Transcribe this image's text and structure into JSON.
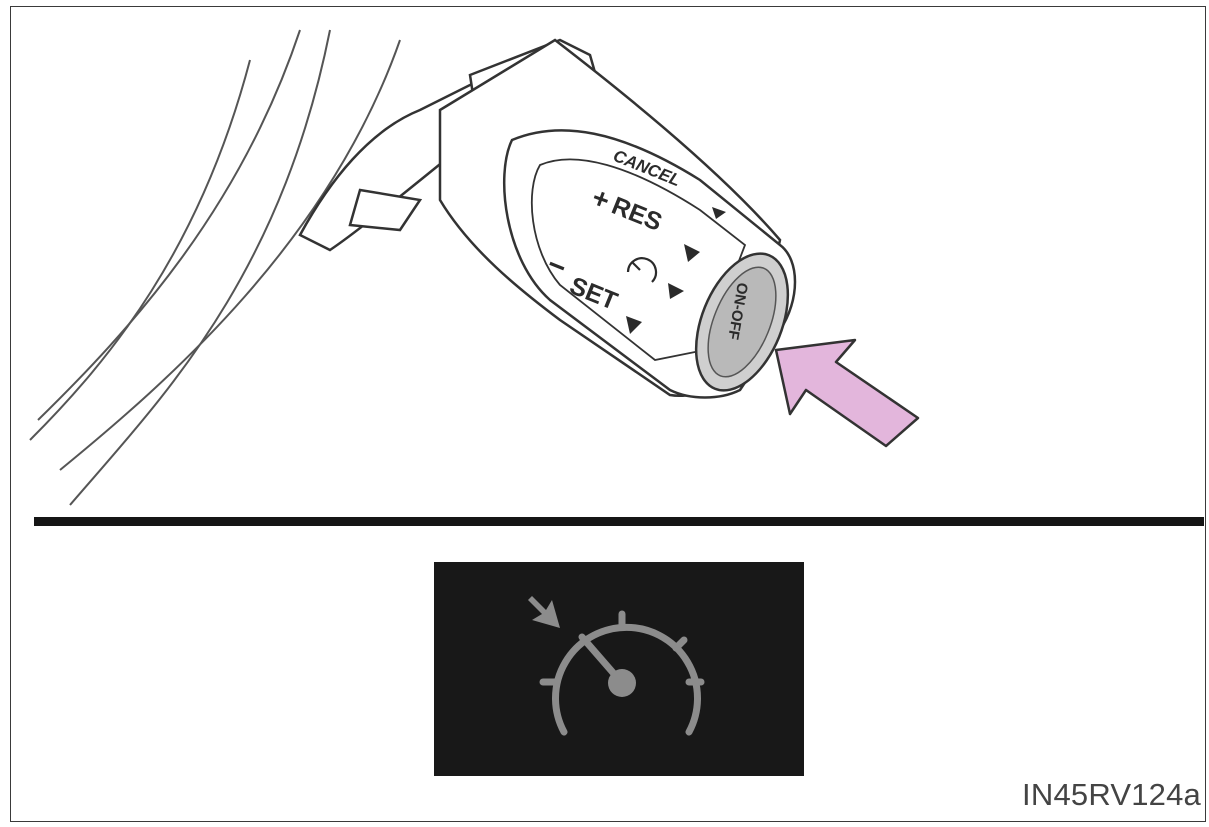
{
  "lever": {
    "cancel_label": "CANCEL",
    "res_label": "RES",
    "set_label": "SET",
    "plus_sign": "+",
    "minus_sign": "−",
    "onoff_label": "ON-OFF"
  },
  "indicator": {
    "icon": "cruise-control-speedometer-icon",
    "color": "#8c8c8c",
    "background": "#181818"
  },
  "arrow": {
    "color": "#e3b6dc"
  },
  "figure_id": "IN45RV124a"
}
